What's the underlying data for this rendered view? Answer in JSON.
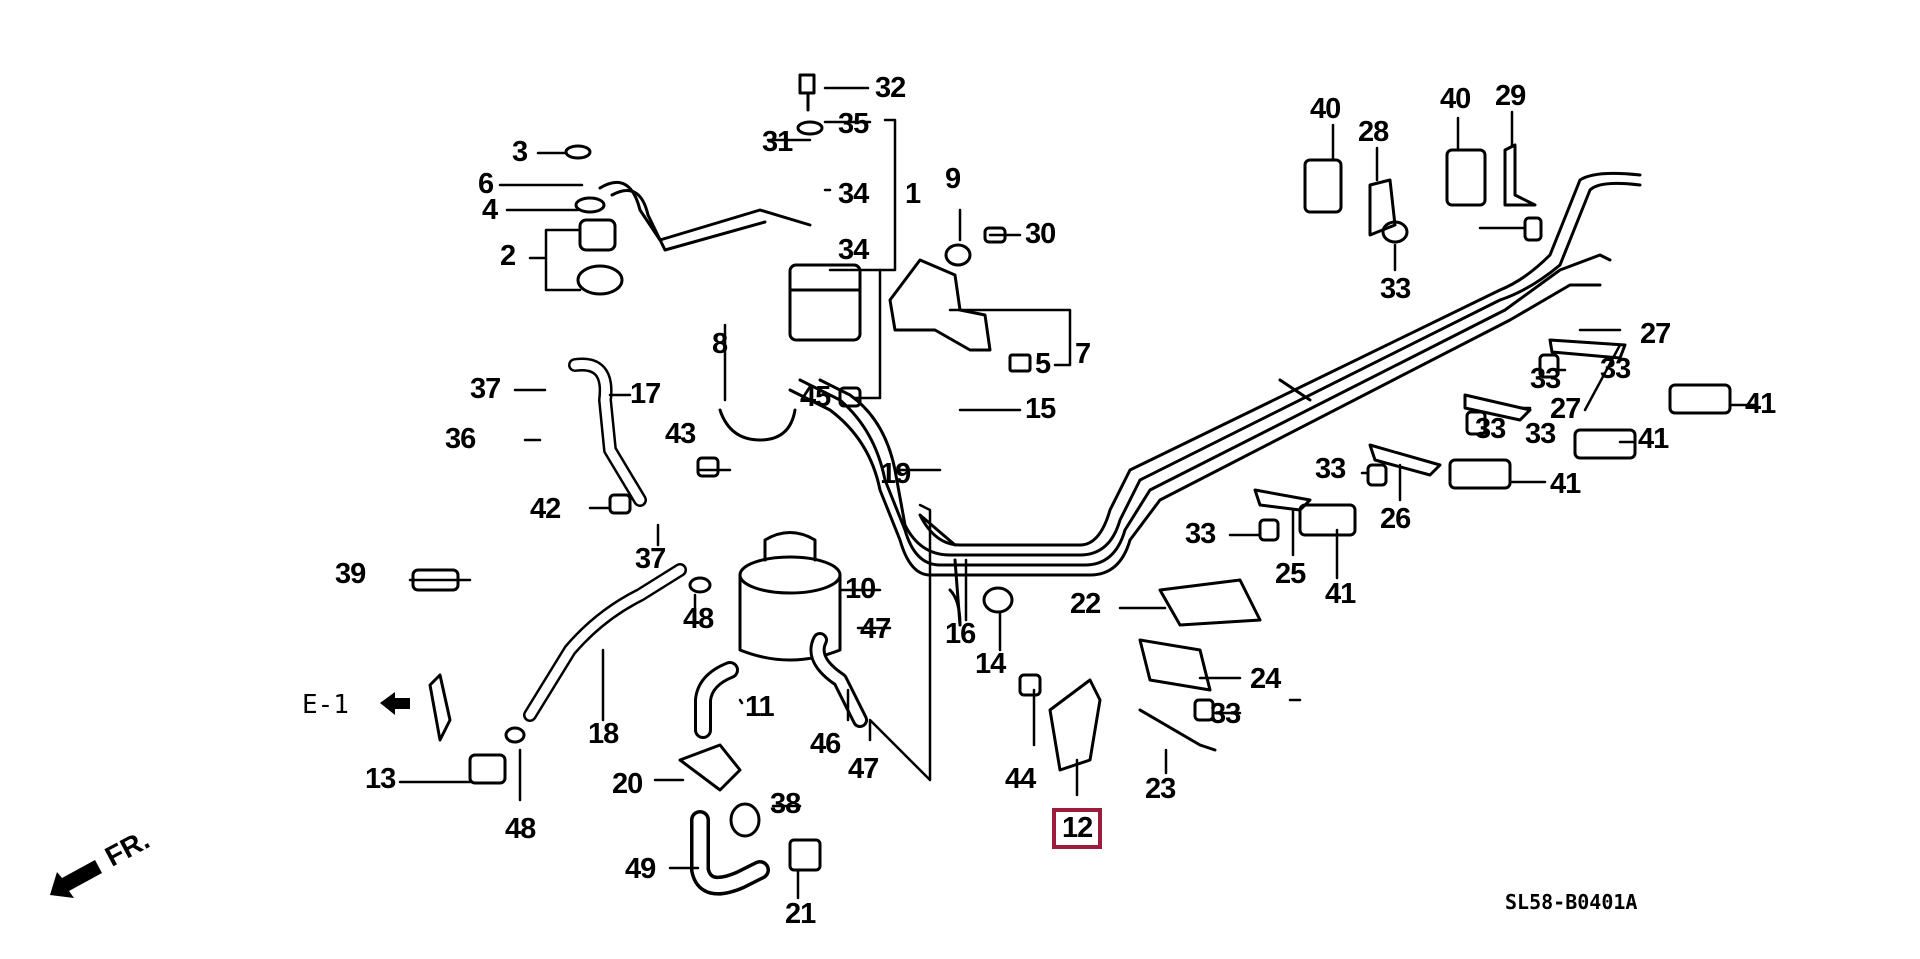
{
  "diagram": {
    "title": "Fuel pipe / fuel filter parts diagram",
    "code": "SL58-B0401A",
    "reference_link": "E-1",
    "direction_label": "FR.",
    "highlight_color": "#9b1c3c",
    "highlighted_part": "12",
    "callouts": [
      {
        "id": "c32",
        "label": "32"
      },
      {
        "id": "c35",
        "label": "35"
      },
      {
        "id": "c31",
        "label": "31"
      },
      {
        "id": "c34a",
        "label": "34"
      },
      {
        "id": "c1",
        "label": "1"
      },
      {
        "id": "c34b",
        "label": "34"
      },
      {
        "id": "c3",
        "label": "3"
      },
      {
        "id": "c6",
        "label": "6"
      },
      {
        "id": "c4",
        "label": "4"
      },
      {
        "id": "c2",
        "label": "2"
      },
      {
        "id": "c9",
        "label": "9"
      },
      {
        "id": "c30",
        "label": "30"
      },
      {
        "id": "c7",
        "label": "7"
      },
      {
        "id": "c5",
        "label": "5"
      },
      {
        "id": "c8",
        "label": "8"
      },
      {
        "id": "c45",
        "label": "45"
      },
      {
        "id": "c15",
        "label": "15"
      },
      {
        "id": "c37a",
        "label": "37"
      },
      {
        "id": "c17",
        "label": "17"
      },
      {
        "id": "c36",
        "label": "36"
      },
      {
        "id": "c43",
        "label": "43"
      },
      {
        "id": "c19",
        "label": "19"
      },
      {
        "id": "c42",
        "label": "42"
      },
      {
        "id": "c37b",
        "label": "37"
      },
      {
        "id": "c39",
        "label": "39"
      },
      {
        "id": "c10",
        "label": "10"
      },
      {
        "id": "c48a",
        "label": "48"
      },
      {
        "id": "c47a",
        "label": "47"
      },
      {
        "id": "c18",
        "label": "18"
      },
      {
        "id": "c11",
        "label": "11"
      },
      {
        "id": "c46",
        "label": "46"
      },
      {
        "id": "c47b",
        "label": "47"
      },
      {
        "id": "c13",
        "label": "13"
      },
      {
        "id": "c48b",
        "label": "48"
      },
      {
        "id": "c20",
        "label": "20"
      },
      {
        "id": "c38",
        "label": "38"
      },
      {
        "id": "c49",
        "label": "49"
      },
      {
        "id": "c21",
        "label": "21"
      },
      {
        "id": "c16",
        "label": "16"
      },
      {
        "id": "c14",
        "label": "14"
      },
      {
        "id": "c44",
        "label": "44"
      },
      {
        "id": "c12",
        "label": "12"
      },
      {
        "id": "c22",
        "label": "22"
      },
      {
        "id": "c24",
        "label": "24"
      },
      {
        "id": "c33a",
        "label": "33"
      },
      {
        "id": "c23",
        "label": "23"
      },
      {
        "id": "c33b",
        "label": "33"
      },
      {
        "id": "c25",
        "label": "25"
      },
      {
        "id": "c41a",
        "label": "41"
      },
      {
        "id": "c33c",
        "label": "33"
      },
      {
        "id": "c26",
        "label": "26"
      },
      {
        "id": "c41b",
        "label": "41"
      },
      {
        "id": "c33d",
        "label": "33"
      },
      {
        "id": "c41c",
        "label": "41"
      },
      {
        "id": "c27a",
        "label": "27"
      },
      {
        "id": "c33e",
        "label": "33"
      },
      {
        "id": "c27b",
        "label": "27"
      },
      {
        "id": "c41d",
        "label": "41"
      },
      {
        "id": "c33f",
        "label": "33"
      },
      {
        "id": "c33g",
        "label": "33"
      },
      {
        "id": "c40a",
        "label": "40"
      },
      {
        "id": "c28",
        "label": "28"
      },
      {
        "id": "c40b",
        "label": "40"
      },
      {
        "id": "c29",
        "label": "29"
      },
      {
        "id": "c33h",
        "label": "33"
      }
    ]
  }
}
